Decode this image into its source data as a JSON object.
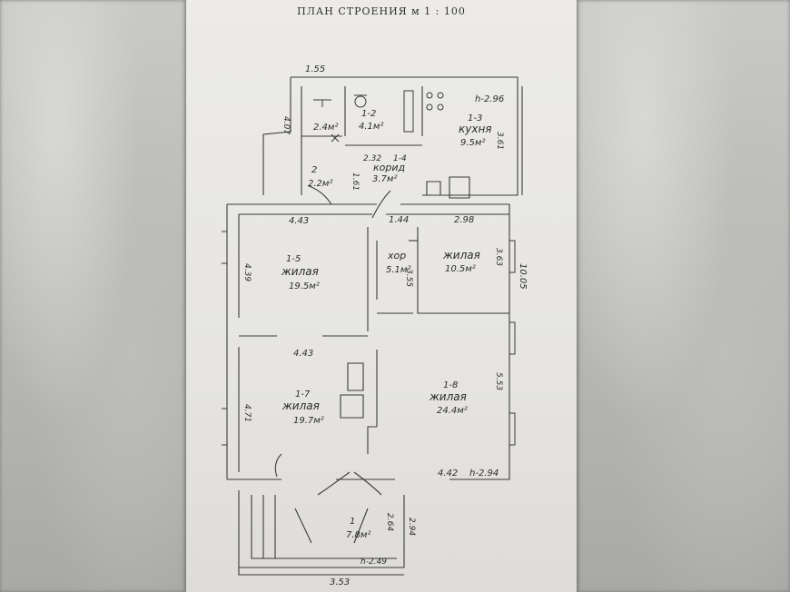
{
  "title": "ПЛАН СТРОЕНИЯ м 1 : 100",
  "rooms": [
    {
      "id": "1-2",
      "area": "4.1м²"
    },
    {
      "id": "1-3",
      "name": "кухня",
      "area": "9.5м²"
    },
    {
      "area": "2.4м²"
    },
    {
      "id": "2",
      "area": "2.2м²"
    },
    {
      "id": "1-4",
      "name": "корид",
      "area": "3.7м²"
    },
    {
      "id": "1-5",
      "name": "жилая",
      "area": "19.5м²"
    },
    {
      "name": "хор",
      "area": "5.1м²"
    },
    {
      "name": "жилая",
      "area": "10.5м²"
    },
    {
      "id": "1-7",
      "name": "жилая",
      "area": "19.7м²"
    },
    {
      "id": "1-8",
      "name": "жилая",
      "area": "24.4м²"
    },
    {
      "id": "1",
      "area": "7.8м²"
    }
  ],
  "heights": {
    "kitchen": "h-2.96",
    "main": "h-2.94",
    "porch": "h-2.49",
    "corridor": "2.32"
  },
  "dimensions": {
    "top_width": "1.55",
    "left_small": "4.07",
    "hall_width": "1.61",
    "kitchen_depth": "3.61",
    "room15_width": "4.43",
    "hall_cor": "1.44",
    "room_right_width": "2.98",
    "room15_height": "4.39",
    "cor_depth": "3.55",
    "room_right_depth": "3.63",
    "total_depth": "10.05",
    "room17_width": "4.43",
    "room18_depth": "5.53",
    "room17_height": "4.71",
    "room18_width": "4.42",
    "porch_depth_a": "2.64",
    "porch_depth_b": "2.94",
    "porch_width": "3.53"
  }
}
